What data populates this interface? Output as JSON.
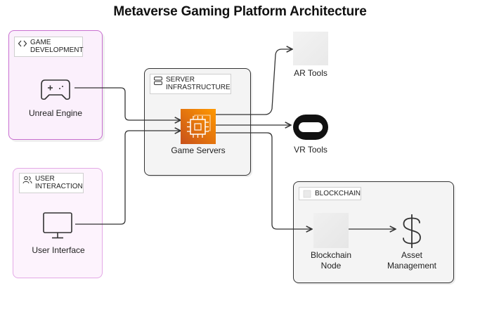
{
  "title": "Metaverse Gaming Platform Architecture",
  "groups": {
    "game_development": {
      "label": "GAME DEVELOPMENT",
      "icon": "code-icon"
    },
    "user_interaction": {
      "label": "USER INTERACTION",
      "icon": "users-icon"
    },
    "server_infrastructure": {
      "label": "SERVER INFRASTRUCTURE",
      "icon": "server-icon"
    },
    "blockchain": {
      "label": "BLOCKCHAIN",
      "icon": "blockchain-icon"
    }
  },
  "nodes": {
    "unreal_engine": {
      "label": "Unreal Engine",
      "icon": "gamepad-icon"
    },
    "user_interface": {
      "label": "User Interface",
      "icon": "monitor-icon"
    },
    "game_servers": {
      "label": "Game Servers",
      "icon": "chip-icon"
    },
    "ar_tools": {
      "label": "AR Tools",
      "icon": "ar-placeholder"
    },
    "vr_tools": {
      "label": "VR Tools",
      "icon": "vr-headset-icon"
    },
    "blockchain_node": {
      "label": "Blockchain Node",
      "icon": "blockchain-placeholder"
    },
    "asset_management": {
      "label": "Asset Management",
      "icon": "dollar-icon"
    }
  },
  "colors": {
    "dev_border": "#c86fd0",
    "user_border": "#e3a9e6",
    "server_accent": "#ed7100"
  },
  "edges": [
    {
      "from": "Unreal Engine",
      "to": "Game Servers"
    },
    {
      "from": "User Interface",
      "to": "Game Servers"
    },
    {
      "from": "Game Servers",
      "to": "AR Tools"
    },
    {
      "from": "Game Servers",
      "to": "VR Tools"
    },
    {
      "from": "Game Servers",
      "to": "Blockchain Node"
    },
    {
      "from": "Blockchain Node",
      "to": "Asset Management"
    }
  ]
}
